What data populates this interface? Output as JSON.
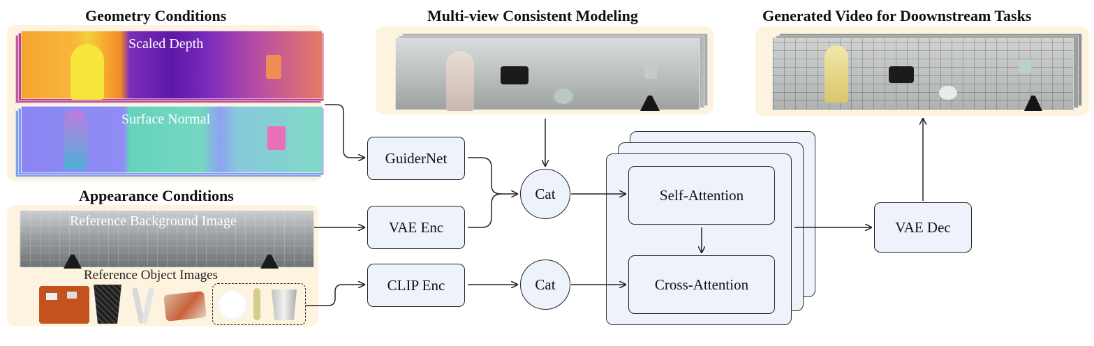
{
  "headings": {
    "geometry": "Geometry Conditions",
    "appearance": "Appearance Conditions",
    "multiview": "Multi-view Consistent Modeling",
    "generated": "Generated Video for Doownstream Tasks"
  },
  "image_labels": {
    "scaled_depth": "Scaled Depth",
    "surface_normal": "Surface Normal",
    "reference_background": "Reference Background Image",
    "reference_objects": "Reference Object Images"
  },
  "nodes": {
    "guidernet": "GuiderNet",
    "vae_enc": "VAE Enc",
    "clip_enc": "CLIP Enc",
    "cat_top": "Cat",
    "cat_bottom": "Cat",
    "self_attention": "Self-Attention",
    "cross_attention": "Cross-Attention",
    "vae_dec": "VAE Dec"
  },
  "colors": {
    "panel_bg": "#fdf3de",
    "node_fill": "#eef2fb",
    "stroke": "#222222"
  }
}
